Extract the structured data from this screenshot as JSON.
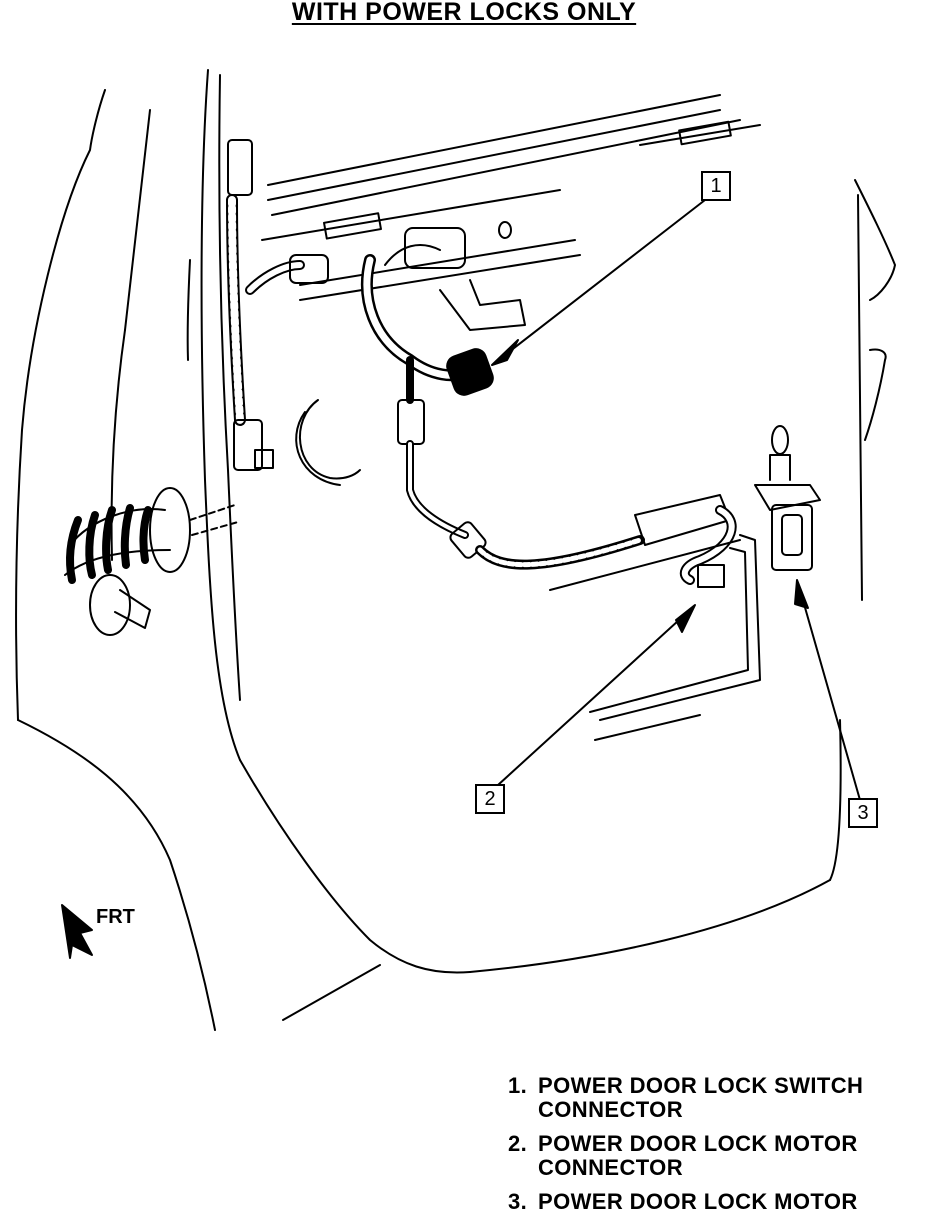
{
  "title": "WITH POWER LOCKS ONLY",
  "callouts": {
    "one": "1",
    "two": "2",
    "three": "3"
  },
  "direction_label": "FRT",
  "legend": [
    {
      "num": "1.",
      "text": "POWER DOOR LOCK SWITCH CONNECTOR"
    },
    {
      "num": "2.",
      "text": "POWER DOOR LOCK MOTOR CONNECTOR"
    },
    {
      "num": "3.",
      "text": "POWER DOOR LOCK MOTOR"
    }
  ],
  "colors": {
    "ink": "#000000",
    "paper": "#ffffff"
  }
}
